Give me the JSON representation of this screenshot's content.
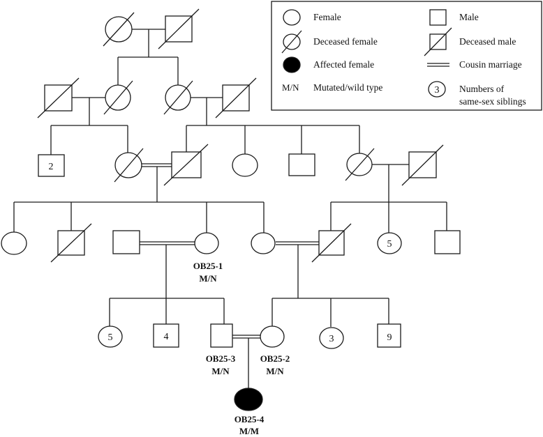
{
  "legend": {
    "female": "Female",
    "male": "Male",
    "deceased_female": "Deceased female",
    "deceased_male": "Deceased male",
    "affected_female": "Affected female",
    "cousin_marriage": "Cousin marriage",
    "mn_symbol": "M/N",
    "mutated_wild_type": "Mutated/wild type",
    "siblings_example": "3",
    "numbers_of_siblings_line1": "Numbers of",
    "numbers_of_siblings_line2": "same-sex siblings"
  },
  "counts": {
    "g3_brother_group": "2",
    "g4_sister_group": "5",
    "g5_sister_group_left": "5",
    "g5_brother_group_left": "4",
    "g5_sister_group_right": "3",
    "g5_brother_group_right": "9"
  },
  "individuals": {
    "ob25_1": {
      "id": "OB25-1",
      "genotype": "M/N"
    },
    "ob25_3": {
      "id": "OB25-3",
      "genotype": "M/N"
    },
    "ob25_2": {
      "id": "OB25-2",
      "genotype": "M/N"
    },
    "ob25_4": {
      "id": "OB25-4",
      "genotype": "M/M"
    }
  },
  "colors": {
    "line": "#1a1a1a",
    "affected": "#000000"
  }
}
